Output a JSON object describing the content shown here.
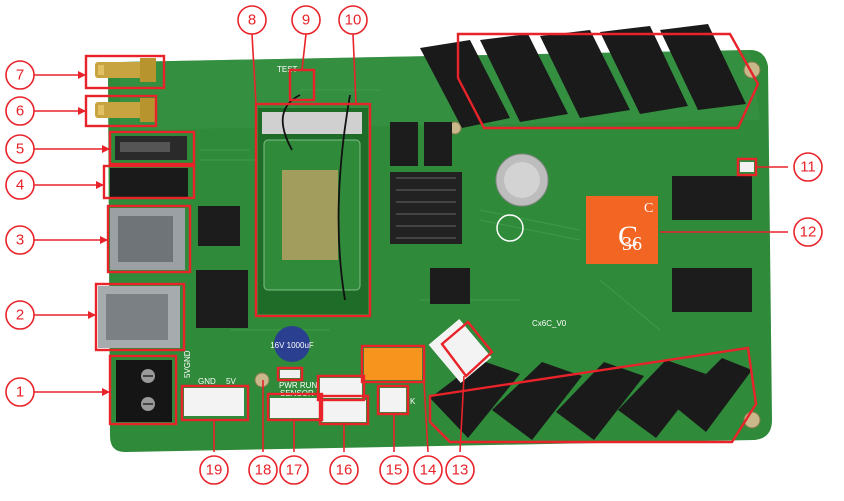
{
  "photo": {
    "board_colors": {
      "pcb": "#2f8a3a",
      "pcb_dark": "#23702d",
      "annotation": "#e8232a",
      "chip_label": "#f26522"
    },
    "chip_label": {
      "main": "C",
      "sub": "36",
      "superscript": "C"
    },
    "silkscreen": {
      "test": "TEST",
      "vgnd": "5VGND",
      "gnd": "GND",
      "five_v": "5V",
      "pwr_run": "PWR RUN",
      "sensor": "SENSOR",
      "version": "Cx6C_V0",
      "k": "K"
    },
    "capacitor_text": "16V 1000uF"
  },
  "callouts": [
    "1",
    "2",
    "3",
    "4",
    "5",
    "6",
    "7",
    "8",
    "9",
    "10",
    "11",
    "12",
    "13",
    "14",
    "15",
    "16",
    "17",
    "18",
    "19"
  ]
}
